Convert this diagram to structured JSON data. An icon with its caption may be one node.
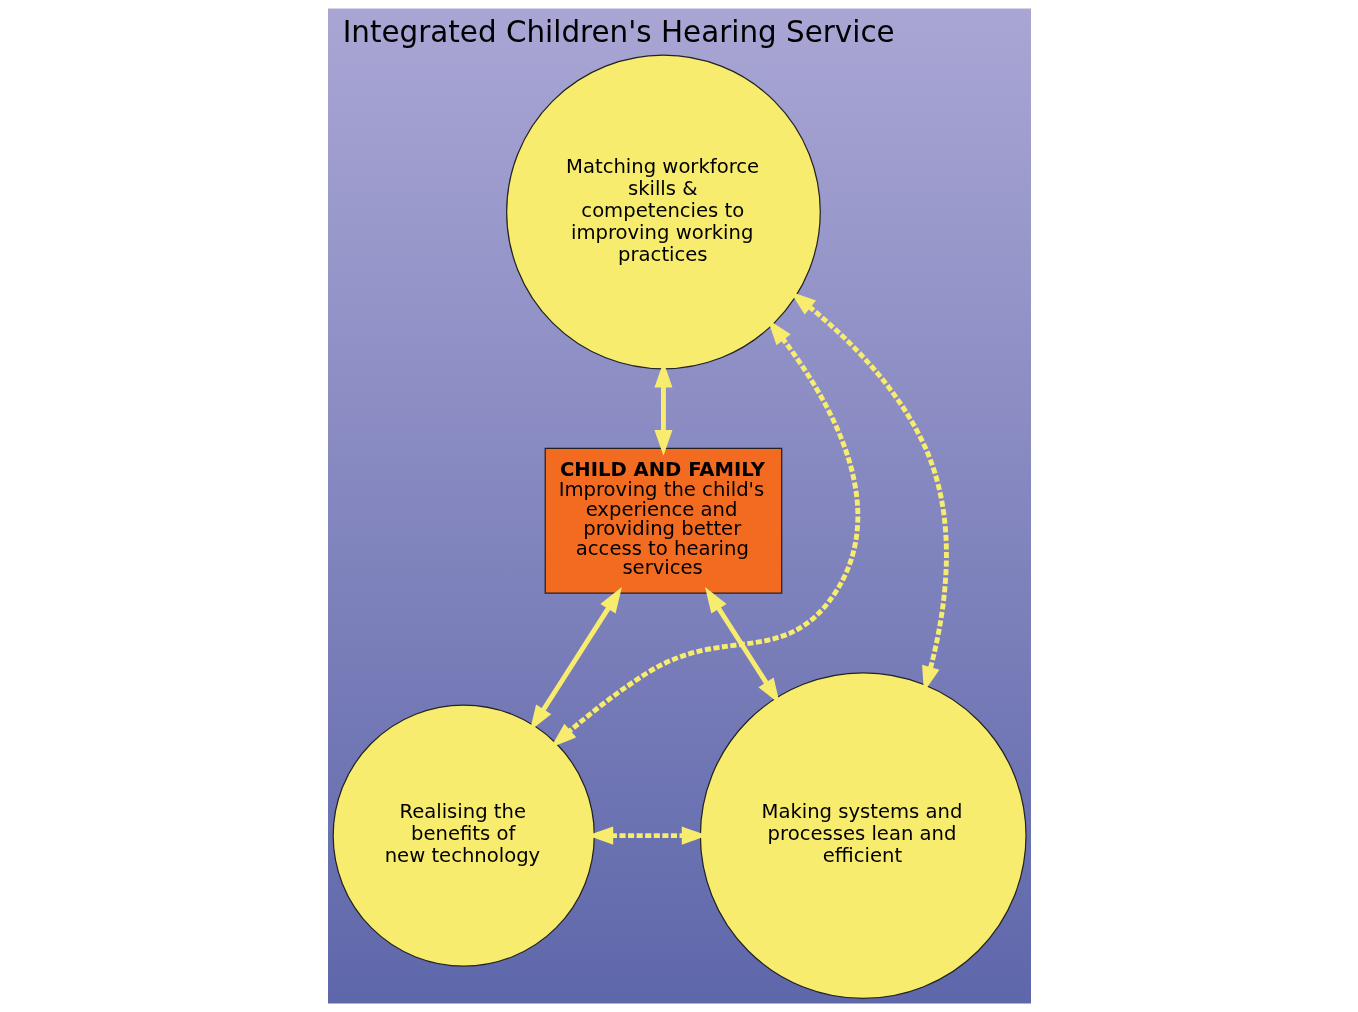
{
  "diagram": {
    "title": "Integrated Children's Hearing Service",
    "nodes": [
      {
        "text": [
          "Matching workforce skills & competencies to improving working practices"
        ]
      },
      {
        "text": [
          "CHILD AND FAMILY",
          "Improving the child's experience and providing better access to hearing services"
        ]
      },
      {
        "text": [
          "Realising the benefits of new technology"
        ]
      },
      {
        "text": [
          "Making systems and processes lean and efficient"
        ]
      }
    ],
    "edges": [
      {
        "from": 0,
        "to": 1,
        "arrow": "both"
      },
      {
        "from": 1,
        "to": 2,
        "arrow": "both"
      },
      {
        "from": 1,
        "to": 3,
        "arrow": "both"
      },
      {
        "from": 0,
        "to": 2,
        "arrow": "both",
        "style": "dashed"
      },
      {
        "from": 0,
        "to": 3,
        "arrow": "both",
        "style": "dashed"
      },
      {
        "from": 2,
        "to": 3,
        "arrow": "both",
        "style": "dashed"
      }
    ]
  }
}
